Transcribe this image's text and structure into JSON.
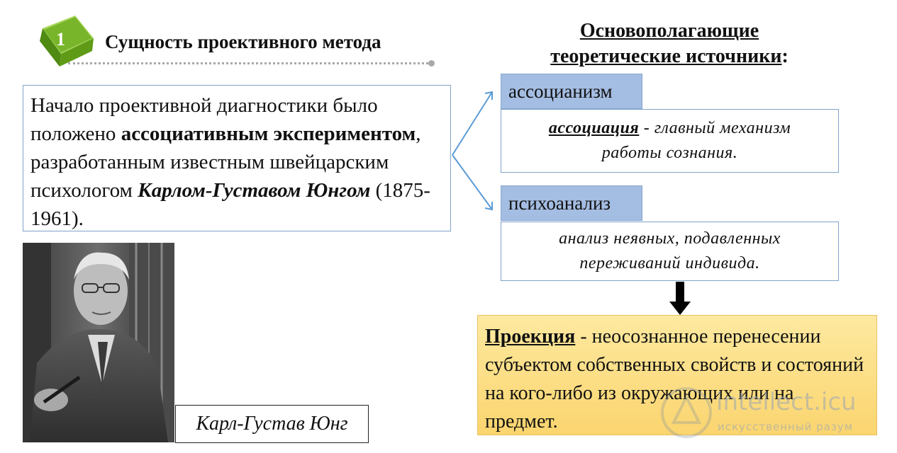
{
  "section": {
    "number": "1",
    "title": "Сущность проективного метода"
  },
  "intro": {
    "t1": "Начало проективной диагностики было положено ",
    "b1": "ассоциативным экспериментом",
    "t2": ", разработанным известным швейцарским психологом ",
    "bi1": "Карлом-Густавом Юнгом",
    "t3": " (1875-1961)."
  },
  "photo": {
    "caption": "Карл-Густав Юнг"
  },
  "sources": {
    "heading_line1": "Основополагающие",
    "heading_line2": "теоретические источники",
    "heading_colon": ":",
    "items": [
      {
        "tag": "ассоцианизм",
        "term": "ассоциация",
        "line1_rest": " - главный механизм",
        "line2": "работы сознания."
      },
      {
        "tag": "психоанализ",
        "line1": "анализ неявных, подавленных",
        "line2": "переживаний индивида."
      }
    ]
  },
  "projection": {
    "term": "Проекция",
    "text": " - неосознанное перенесении субъектом собственных свойств и состояний на кого-либо из окружающих или на предмет."
  },
  "watermark": {
    "name": "intellect.icu",
    "sub": "искусственный разум"
  },
  "colors": {
    "badge_green": "#6aa518",
    "tag_blue": "#a4bde2",
    "box_border": "#7fa3c8",
    "projection_fill": "#fbd56f",
    "arrow_blue": "#5b9bd5"
  }
}
